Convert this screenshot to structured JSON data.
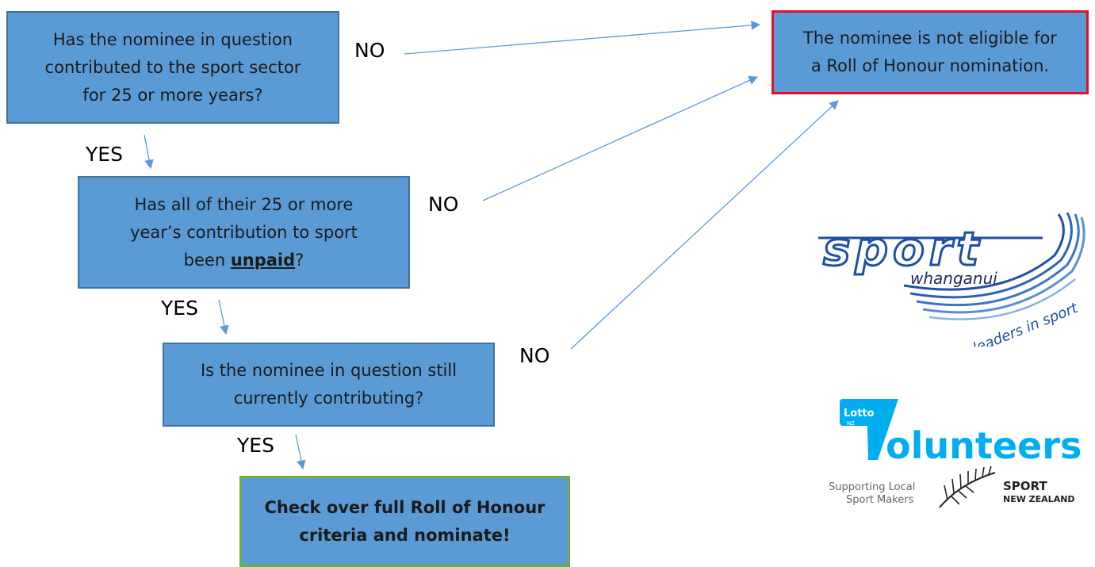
{
  "q1": {
    "line1": "Has the nominee in question",
    "line2": "contributed to the sport sector",
    "line3": "for 25 or more years?"
  },
  "q2": {
    "line1": "Has all of their 25 or more",
    "line2": "year’s contribution to sport",
    "line3_pre": "been ",
    "line3_emph": "unpaid",
    "line3_post": "?"
  },
  "q3": {
    "line1": "Is the nominee in question still",
    "line2": "currently contributing?"
  },
  "outcome_ineligible": {
    "line1": "The nominee is not eligible for",
    "line2": "a Roll of Honour nomination."
  },
  "outcome_nominate": {
    "line1": "Check over full Roll of Honour",
    "line2": "criteria and nominate!"
  },
  "labels": {
    "no": "NO",
    "yes": "YES"
  },
  "logos": {
    "sport_whanganui": {
      "wordmark": "sport",
      "sub": "whanganui",
      "tagline": "leaders in sport"
    },
    "volunteers": {
      "badge": "Lotto",
      "badge_sub": "NZ",
      "word": "olunteers",
      "tagline1": "Supporting Local",
      "tagline2": "Sport Makers",
      "sponsor1": "SPORT",
      "sponsor2": "NEW ZEALAND"
    }
  },
  "colors": {
    "box_fill": "#5b9bd5",
    "box_border": "#41719c",
    "ineligible_border": "#e0102a",
    "nominate_border": "#70ad47",
    "arrow": "#5b9bd5",
    "volunteers_blue": "#00aeef",
    "sport_blue": "#1f4fa3"
  }
}
